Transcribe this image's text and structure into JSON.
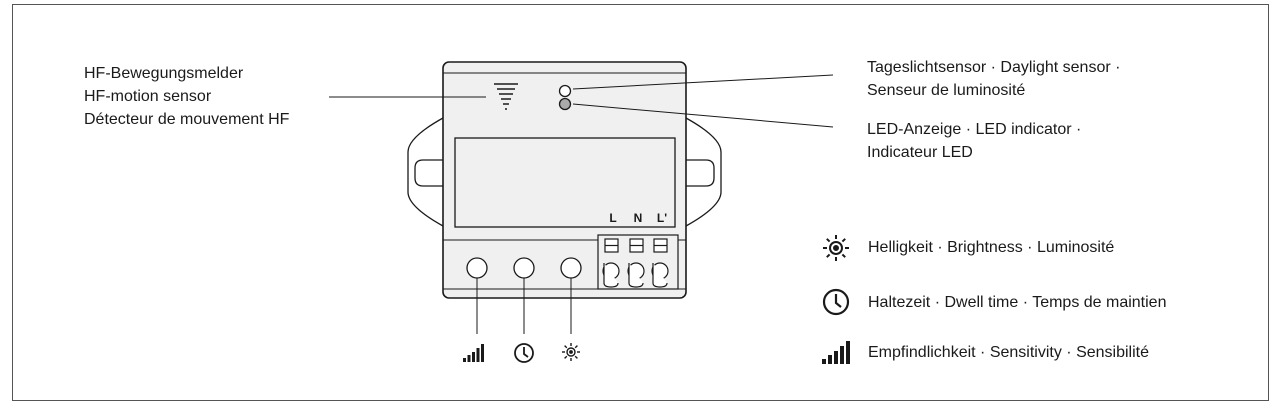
{
  "motion_sensor_label": [
    "HF-Bewegungsmelder",
    "HF-motion sensor",
    "Détecteur de mouvement HF"
  ],
  "daylight_sensor_label": [
    "Tageslichtsensor · Daylight sensor ·",
    "Senseur de luminosité"
  ],
  "led_indicator_label": [
    "LED-Anzeige · LED indicator ·",
    "Indicateur LED"
  ],
  "terminals": [
    "L",
    "N",
    "L'"
  ],
  "legend": [
    {
      "icon": "brightness-icon",
      "text": "Helligkeit · Brightness · Luminosité"
    },
    {
      "icon": "clock-icon",
      "text": "Haltezeit · Dwell time · Temps de maintien"
    },
    {
      "icon": "sensitivity-icon",
      "text": "Empfindlichkeit · Sensitivity · Sensibilité"
    }
  ],
  "knob_icons": [
    "sensitivity-icon",
    "clock-icon",
    "brightness-icon"
  ],
  "colors": {
    "line": "#1a1a1a",
    "device_fill": "#f0f0f0",
    "led_fill": "#aaaaaa"
  }
}
